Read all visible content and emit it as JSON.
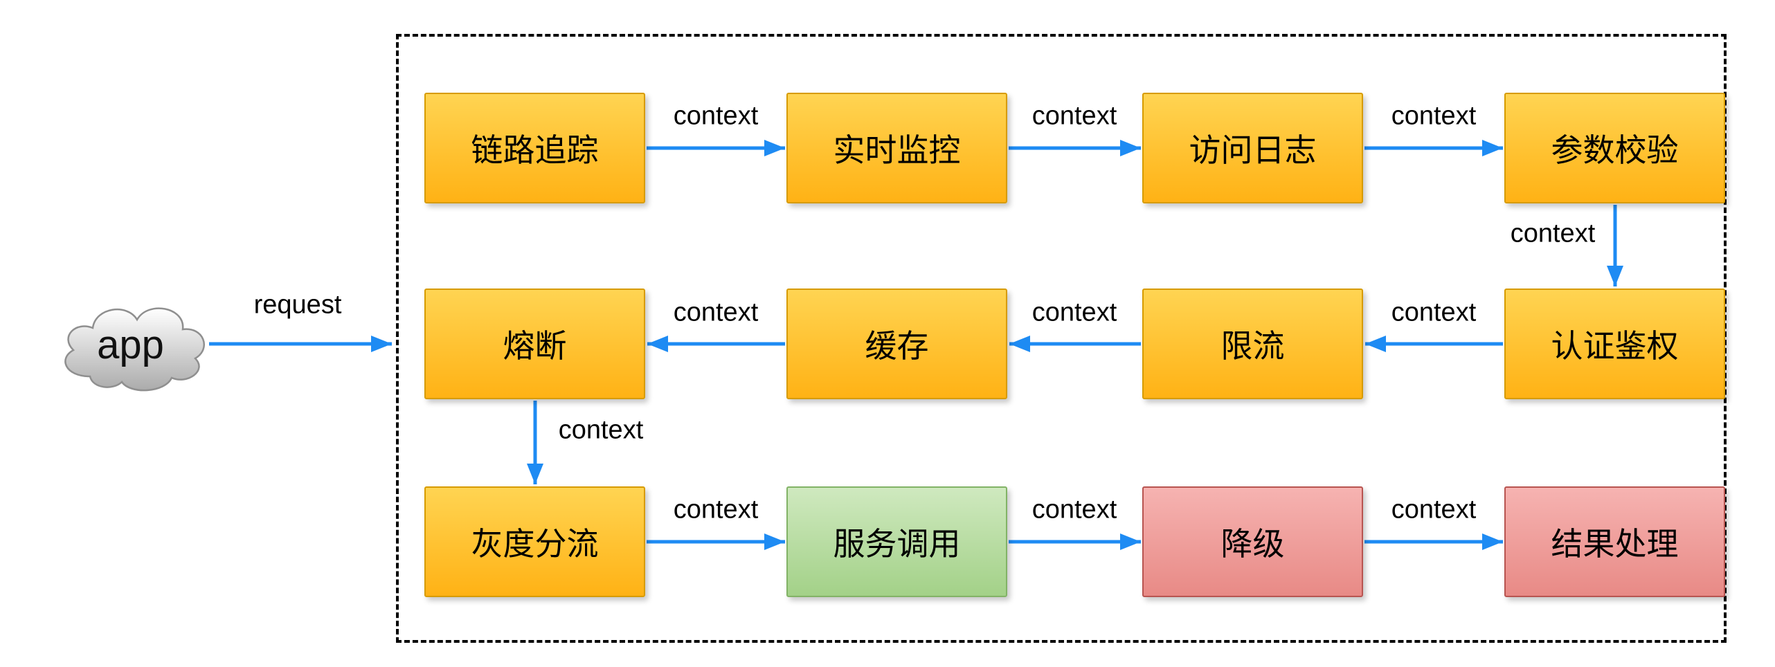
{
  "diagram": {
    "cloud": {
      "label": "app"
    },
    "nodes": {
      "trace": {
        "label": "链路追踪",
        "color": "orange"
      },
      "monitor": {
        "label": "实时监控",
        "color": "orange"
      },
      "accesslog": {
        "label": "访问日志",
        "color": "orange"
      },
      "paramcheck": {
        "label": "参数校验",
        "color": "orange"
      },
      "circuitbreaker": {
        "label": "熔断",
        "color": "orange"
      },
      "cache": {
        "label": "缓存",
        "color": "orange"
      },
      "ratelimit": {
        "label": "限流",
        "color": "orange"
      },
      "auth": {
        "label": "认证鉴权",
        "color": "orange"
      },
      "gray": {
        "label": "灰度分流",
        "color": "orange"
      },
      "invoke": {
        "label": "服务调用",
        "color": "green"
      },
      "degrade": {
        "label": "降级",
        "color": "red"
      },
      "result": {
        "label": "结果处理",
        "color": "red"
      }
    },
    "edges": [
      {
        "from": "trace",
        "to": "monitor",
        "label": "context"
      },
      {
        "from": "monitor",
        "to": "accesslog",
        "label": "context"
      },
      {
        "from": "accesslog",
        "to": "paramcheck",
        "label": "context"
      },
      {
        "from": "paramcheck",
        "to": "auth",
        "label": "context"
      },
      {
        "from": "auth",
        "to": "ratelimit",
        "label": "context"
      },
      {
        "from": "ratelimit",
        "to": "cache",
        "label": "context"
      },
      {
        "from": "cache",
        "to": "circuitbreaker",
        "label": "context"
      },
      {
        "from": "circuitbreaker",
        "to": "gray",
        "label": "context"
      },
      {
        "from": "gray",
        "to": "invoke",
        "label": "context"
      },
      {
        "from": "invoke",
        "to": "degrade",
        "label": "context"
      },
      {
        "from": "degrade",
        "to": "result",
        "label": "context"
      },
      {
        "from": "app",
        "to": "gateway-frame",
        "label": "request"
      }
    ],
    "colors": {
      "arrow": "#1e8bf3",
      "orange_fill": "#ffc232",
      "orange_border": "#d79b00",
      "green_fill": "#b9dda4",
      "green_border": "#82b366",
      "red_fill": "#ef9f9c",
      "red_border": "#b85450",
      "frame_border": "#000000",
      "cloud_fill": "#c9c9c9"
    }
  }
}
